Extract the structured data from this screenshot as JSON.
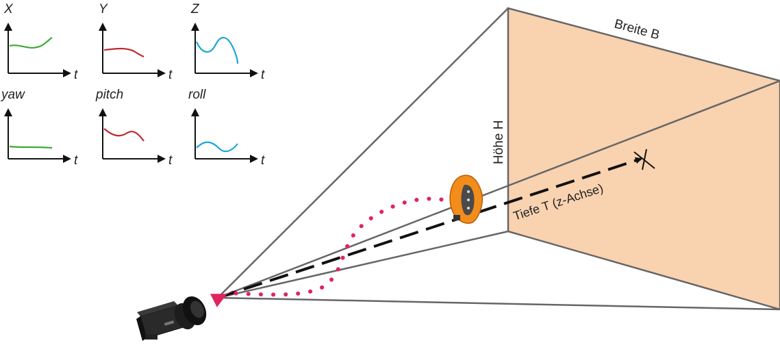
{
  "mini_plots": [
    {
      "label": "X",
      "t_label": "t",
      "color": "#3aaa35"
    },
    {
      "label": "Y",
      "t_label": "t",
      "color": "#c0272d"
    },
    {
      "label": "Z",
      "t_label": "t",
      "color": "#1aa6d9"
    },
    {
      "label": "yaw",
      "t_label": "t",
      "color": "#3aaa35"
    },
    {
      "label": "pitch",
      "t_label": "t",
      "color": "#c0272d"
    },
    {
      "label": "roll",
      "t_label": "t",
      "color": "#1aa6d9"
    }
  ],
  "frustum": {
    "width_label": "Breite B",
    "height_label": "Höhe H",
    "depth_label": "Tiefe T (z-Achse)",
    "plane_color": "#f9d2b0"
  },
  "trajectory": {
    "color": "#e0245e"
  },
  "icons": {
    "camera": "camera-icon",
    "sensor": "handheld-scanner-icon"
  }
}
